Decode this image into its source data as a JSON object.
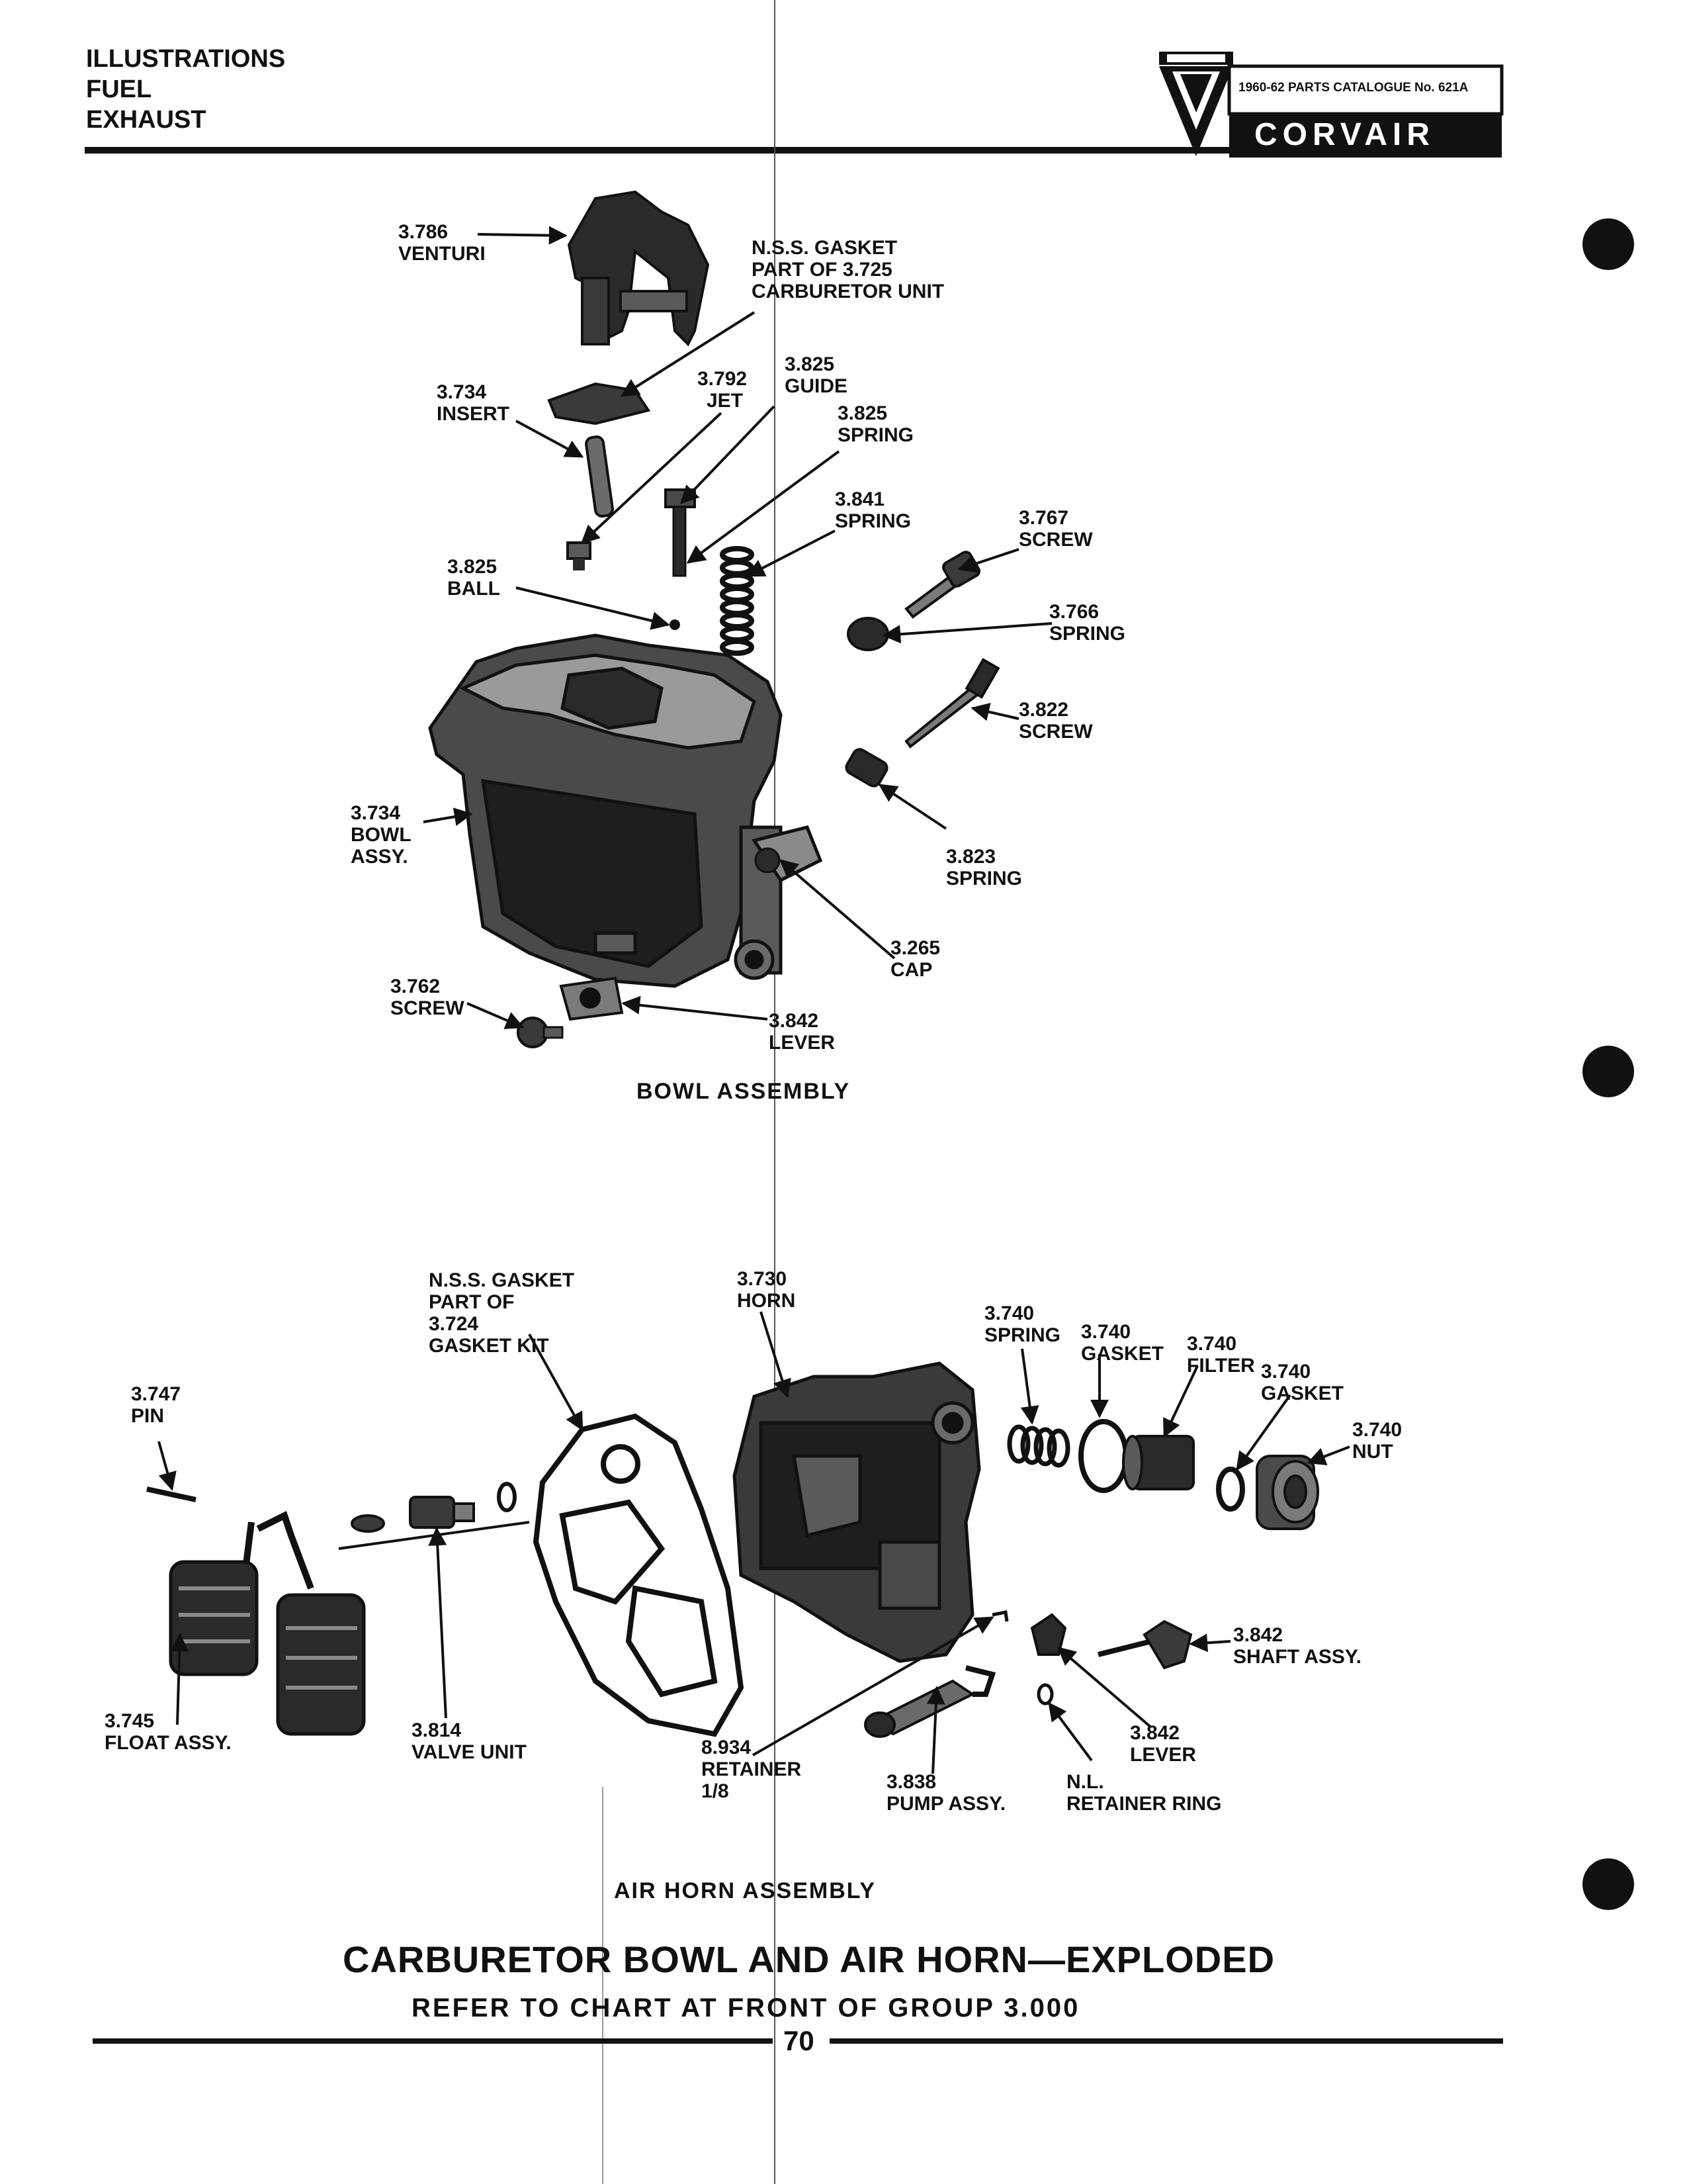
{
  "header": {
    "lines": [
      "ILLUSTRATIONS",
      "FUEL",
      "EXHAUST"
    ],
    "catalogue": "1960-62 PARTS CATALOGUE No. 621A",
    "brand": "CORVAIR"
  },
  "bowl_assembly": {
    "title": "BOWL ASSEMBLY",
    "labels": [
      {
        "id": "venturi",
        "lines": [
          "3.786",
          "VENTURI"
        ]
      },
      {
        "id": "nss-gasket-bowl",
        "lines": [
          "N.S.S. GASKET",
          "PART OF 3.725",
          "CARBURETOR UNIT"
        ]
      },
      {
        "id": "insert",
        "lines": [
          "3.734",
          "INSERT"
        ]
      },
      {
        "id": "jet",
        "lines": [
          "3.792",
          "JET"
        ]
      },
      {
        "id": "guide",
        "lines": [
          "3.825",
          "GUIDE"
        ]
      },
      {
        "id": "spring-3825",
        "lines": [
          "3.825",
          "SPRING"
        ]
      },
      {
        "id": "spring-3841",
        "lines": [
          "3.841",
          "SPRING"
        ]
      },
      {
        "id": "screw-3767",
        "lines": [
          "3.767",
          "SCREW"
        ]
      },
      {
        "id": "ball",
        "lines": [
          "3.825",
          "BALL"
        ]
      },
      {
        "id": "spring-3766",
        "lines": [
          "3.766",
          "SPRING"
        ]
      },
      {
        "id": "screw-3822",
        "lines": [
          "3.822",
          "SCREW"
        ]
      },
      {
        "id": "bowl-assy",
        "lines": [
          "3.734",
          "BOWL",
          "ASSY."
        ]
      },
      {
        "id": "spring-3823",
        "lines": [
          "3.823",
          "SPRING"
        ]
      },
      {
        "id": "cap",
        "lines": [
          "3.265",
          "CAP"
        ]
      },
      {
        "id": "screw-3762",
        "lines": [
          "3.762",
          "SCREW"
        ]
      },
      {
        "id": "lever-bowl",
        "lines": [
          "3.842",
          "LEVER"
        ]
      }
    ]
  },
  "air_horn_assembly": {
    "title": "AIR HORN ASSEMBLY",
    "labels": [
      {
        "id": "nss-gasket-horn",
        "lines": [
          "N.S.S. GASKET",
          "PART OF",
          "3.724",
          "GASKET KIT"
        ]
      },
      {
        "id": "horn",
        "lines": [
          "3.730",
          "HORN"
        ]
      },
      {
        "id": "spring-3740",
        "lines": [
          "3.740",
          "SPRING"
        ]
      },
      {
        "id": "gasket-3740a",
        "lines": [
          "3.740",
          "GASKET"
        ]
      },
      {
        "id": "filter",
        "lines": [
          "3.740",
          "FILTER"
        ]
      },
      {
        "id": "gasket-3740b",
        "lines": [
          "3.740",
          "GASKET"
        ]
      },
      {
        "id": "nut",
        "lines": [
          "3.740",
          "NUT"
        ]
      },
      {
        "id": "pin",
        "lines": [
          "3.747",
          "PIN"
        ]
      },
      {
        "id": "shaft-assy",
        "lines": [
          "3.842",
          "SHAFT ASSY."
        ]
      },
      {
        "id": "float-assy",
        "lines": [
          "3.745",
          "FLOAT ASSY."
        ]
      },
      {
        "id": "valve-unit",
        "lines": [
          "3.814",
          "VALVE UNIT"
        ]
      },
      {
        "id": "retainer",
        "lines": [
          "8.934",
          "RETAINER",
          "1/8"
        ]
      },
      {
        "id": "lever-horn",
        "lines": [
          "3.842",
          "LEVER"
        ]
      },
      {
        "id": "pump-assy",
        "lines": [
          "3.838",
          "PUMP ASSY."
        ]
      },
      {
        "id": "retainer-ring",
        "lines": [
          "N.L.",
          "RETAINER RING"
        ]
      }
    ]
  },
  "footer": {
    "title": "CARBURETOR BOWL AND AIR HORN—EXPLODED",
    "subtitle": "REFER TO CHART AT FRONT OF GROUP 3.000",
    "page_number": "70"
  },
  "colors": {
    "ink": "#111111",
    "paper": "#ffffff",
    "part_dark": "#2a2a2a",
    "part_mid": "#5a5a5a",
    "part_light": "#9a9a9a"
  }
}
